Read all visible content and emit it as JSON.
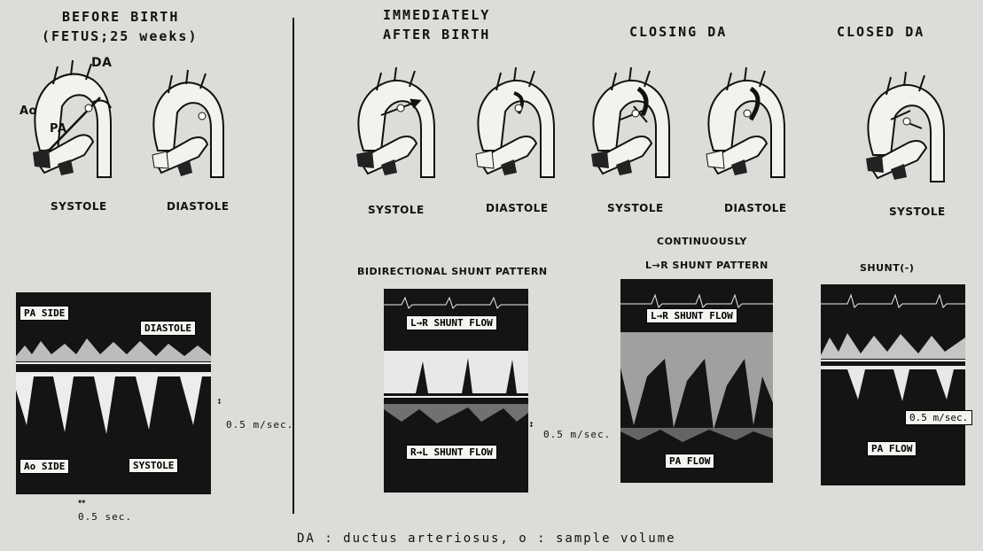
{
  "panels": {
    "before": {
      "title_line1": "BEFORE BIRTH",
      "title_line2": "(FETUS;25 weeks)",
      "diag1": "SYSTOLE",
      "diag2": "DIASTOLE"
    },
    "immediate": {
      "title_line1": "IMMEDIATELY",
      "title_line2": "AFTER BIRTH",
      "diag1": "SYSTOLE",
      "diag2": "DIASTOLE"
    },
    "closing": {
      "title": "CLOSING DA",
      "diag1": "SYSTOLE",
      "diag2": "DIASTOLE"
    },
    "closed": {
      "title": "CLOSED DA",
      "diag1": "SYSTOLE"
    }
  },
  "anatomy_labels": {
    "da": "DA",
    "ao": "Ao",
    "pa": "PA"
  },
  "doppler": {
    "fetal": {
      "pa_side": "PA SIDE",
      "diastole": "DIASTOLE",
      "ao_side": "Ao SIDE",
      "systole": "SYSTOLE",
      "velocity_scale": "0.5 m/sec.",
      "time_scale": "0.5 sec."
    },
    "bidirectional": {
      "pattern_title": "BIDIRECTIONAL SHUNT PATTERN",
      "lr_flow": "L→R SHUNT FLOW",
      "rl_flow": "R→L SHUNT FLOW",
      "velocity_scale": "0.5 m/sec."
    },
    "continuous": {
      "pattern_title_line1": "CONTINUOUSLY",
      "pattern_title_line2": "L→R SHUNT PATTERN",
      "lr_flow": "L→R SHUNT FLOW",
      "pa_flow": "PA FLOW"
    },
    "closed": {
      "pattern_title": "SHUNT(-)",
      "velocity_scale": "0.5 m/sec.",
      "pa_flow": "PA FLOW"
    }
  },
  "footer": "DA : ductus arteriosus,   o : sample volume"
}
